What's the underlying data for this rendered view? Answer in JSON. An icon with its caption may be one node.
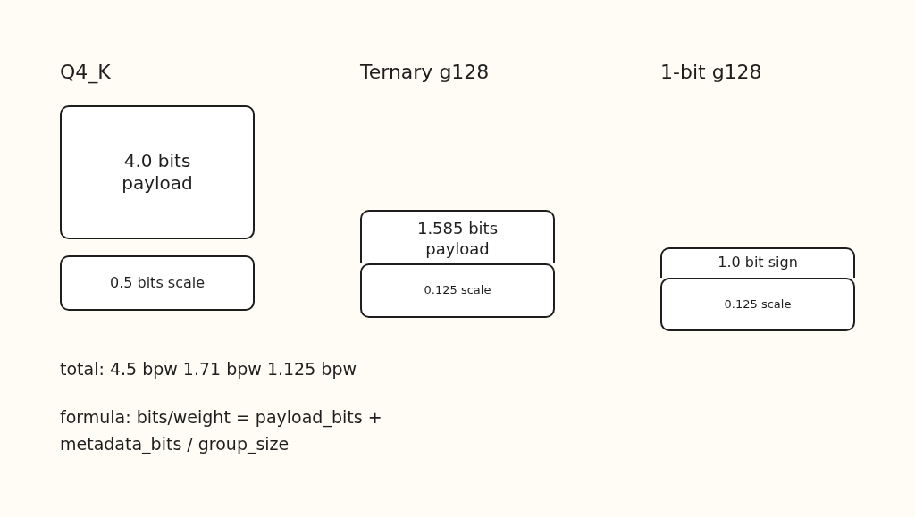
{
  "diagram": {
    "nodes": [
      {
        "text": [
          "4.0 bits payload"
        ]
      },
      {
        "text": [
          "0.5 bits scale"
        ]
      },
      {
        "text": [
          "1.585 bits payload"
        ]
      },
      {
        "text": [
          "0.125 scale"
        ]
      },
      {
        "text": [
          "1.0 bit sign"
        ]
      },
      {
        "text": [
          "0.125 scale"
        ]
      }
    ],
    "labels": [
      "Q4_K",
      "Ternary g128",
      "1-bit g128",
      "total: 4.5 bpw 1.71 bpw 1.125 bpw",
      "formula: bits/weight = payload_bits + metadata_bits / group_size"
    ]
  }
}
